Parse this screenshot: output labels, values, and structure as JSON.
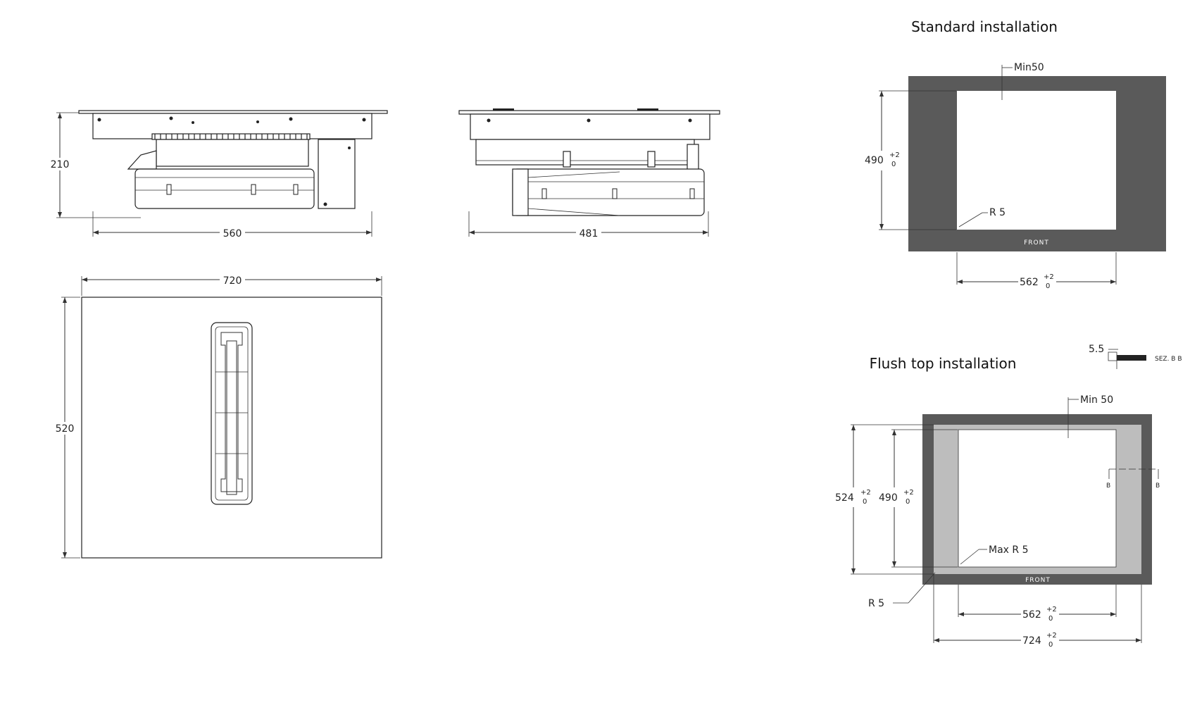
{
  "side_view": {
    "height_label": "210",
    "width_label": "560"
  },
  "front_view": {
    "width_label": "481"
  },
  "top_view": {
    "width_label": "720",
    "height_label": "520"
  },
  "standard_installation": {
    "title": "Standard installation",
    "min_label": "Min50",
    "height_value": "490",
    "radius_label": "R 5",
    "front_label": "FRONT",
    "width_value": "562",
    "tol_upper": "+2",
    "tol_lower": "0"
  },
  "flush_installation": {
    "title": "Flush top installation",
    "section_thickness": "5.5",
    "section_label": "SEZ. B B",
    "min_label": "Min 50",
    "outer_height_value": "524",
    "inner_height_value": "490",
    "max_radius_label": "Max R 5",
    "radius_label": "R 5",
    "front_label": "FRONT",
    "inner_width_value": "562",
    "outer_width_value": "724",
    "section_marker": "B",
    "tol_upper": "+2",
    "tol_lower": "0"
  },
  "colors": {
    "frame": "#5a5a5a",
    "rebate": "#bdbdbd",
    "line": "#333333"
  }
}
